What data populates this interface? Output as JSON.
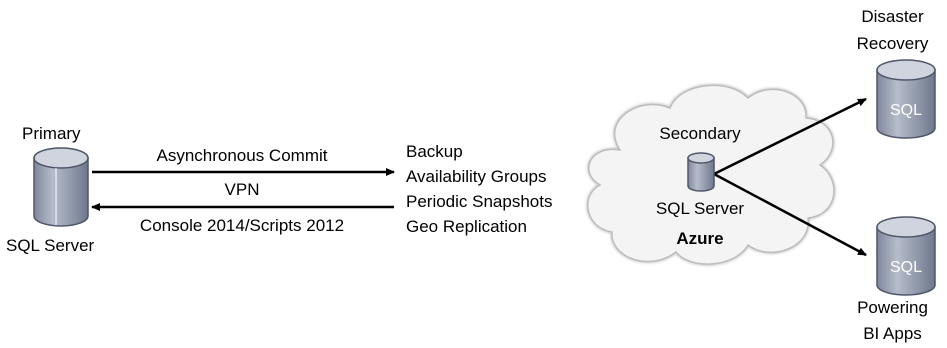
{
  "primary": {
    "title": "Primary",
    "subtitle": "SQL Server"
  },
  "links": {
    "top_label": "Asynchronous Commit",
    "middle_label": "VPN",
    "bottom_label": "Console 2014/Scripts 2012"
  },
  "methods": [
    "Backup",
    "Availability Groups",
    "Periodic Snapshots",
    "Geo Replication"
  ],
  "cloud": {
    "title": "Secondary",
    "subtitle": "SQL Server",
    "platform": "Azure"
  },
  "targets": [
    {
      "line1": "Disaster",
      "line2": "Recovery",
      "db_label": "SQL"
    },
    {
      "line1": "Powering",
      "line2": "BI Apps",
      "db_label": "SQL"
    }
  ],
  "colors": {
    "db_body": "#9aa3b5",
    "db_top": "#c5cbd8",
    "cloud_fill": "#f2f2f2",
    "cloud_stroke": "#b4b4b4"
  }
}
